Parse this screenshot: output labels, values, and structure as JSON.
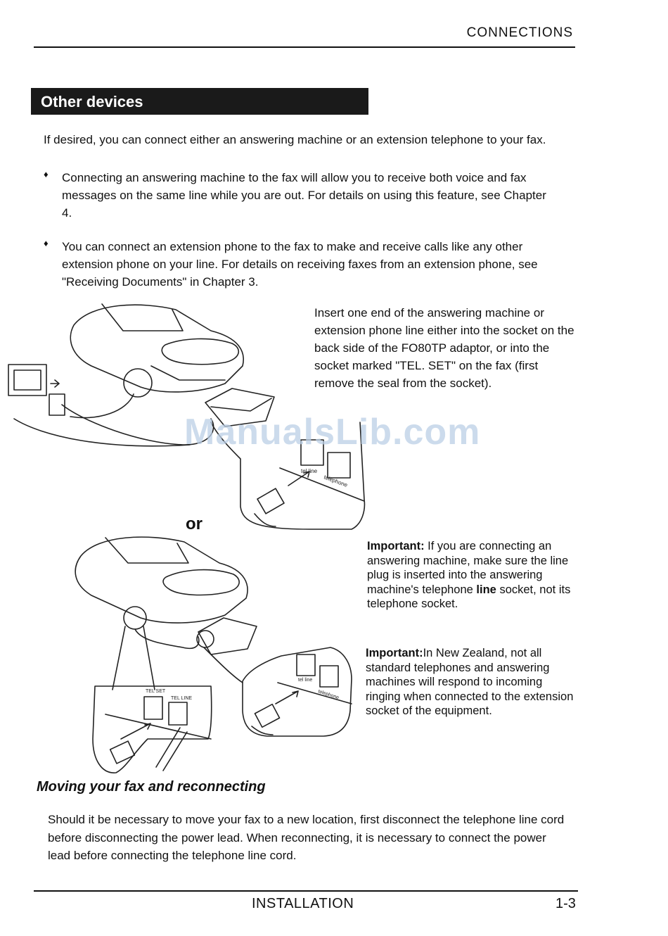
{
  "header": {
    "title": "CONNECTIONS"
  },
  "section": {
    "title": "Other devices"
  },
  "intro": "If desired, you can connect either an answering machine or an extension telephone to your fax.",
  "bullets": [
    "Connecting an answering machine to the fax will allow you to receive both voice and fax messages on the same line while you are out. For details on using this feature, see Chapter 4.",
    "You can connect an extension phone to the fax to make and receive calls like any other extension phone on your line. For details on receiving faxes from an extension phone, see \"Receiving Documents\" in Chapter 3."
  ],
  "bullet_glyph": "♦",
  "insert_text": "Insert one end of the answering machine or extension phone line either into the socket on the back side of the FO80TP adaptor, or into the socket marked \"TEL. SET\" on the fax (first remove the seal from the socket).",
  "or_label": "or",
  "important_1": {
    "label": "Important:",
    "text": " If you are connecting an answering machine, make sure the line plug is inserted into the answering machine's telephone ",
    "emphasis": "line",
    "text_end": " socket, not its telephone socket."
  },
  "important_2": {
    "label": "Important:",
    "text": "In New Zealand, not all standard telephones and answering machines will respond to incoming ringing when connected to the extension socket of the equipment."
  },
  "diagram_labels": {
    "tel_line": "tel line",
    "telephone": "telephone",
    "tel_set": "TEL SET",
    "tel_line_caps": "TEL LINE"
  },
  "moving": {
    "title": "Moving your fax and reconnecting",
    "text": "Should it be necessary to move your fax to a new location, first disconnect the telephone line cord before disconnecting the power lead. When reconnecting, it is necessary to connect the power lead before connecting the telephone line cord."
  },
  "footer": {
    "label": "INSTALLATION",
    "page": "1-3"
  },
  "watermark": "ManualsLib.com"
}
